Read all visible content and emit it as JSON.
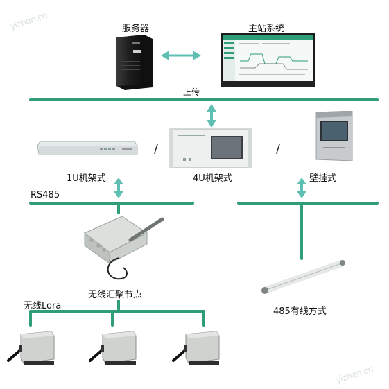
{
  "labels": {
    "server": "服务器",
    "master": "主站系统",
    "upload": "上传",
    "rack1u": "1U机架式",
    "rack4u": "4U机架式",
    "wall": "壁挂式",
    "rs485": "RS485",
    "gateway": "无线汇聚节点",
    "lora": "无线Lora",
    "wired485": "485有线方式",
    "slash": "/"
  },
  "watermarks": {
    "top_left": "yizhan.cn",
    "bottom_right": "yizhan.cn"
  },
  "colors": {
    "bus": "#2f9c7a",
    "arrow": "#5fbfb3"
  }
}
